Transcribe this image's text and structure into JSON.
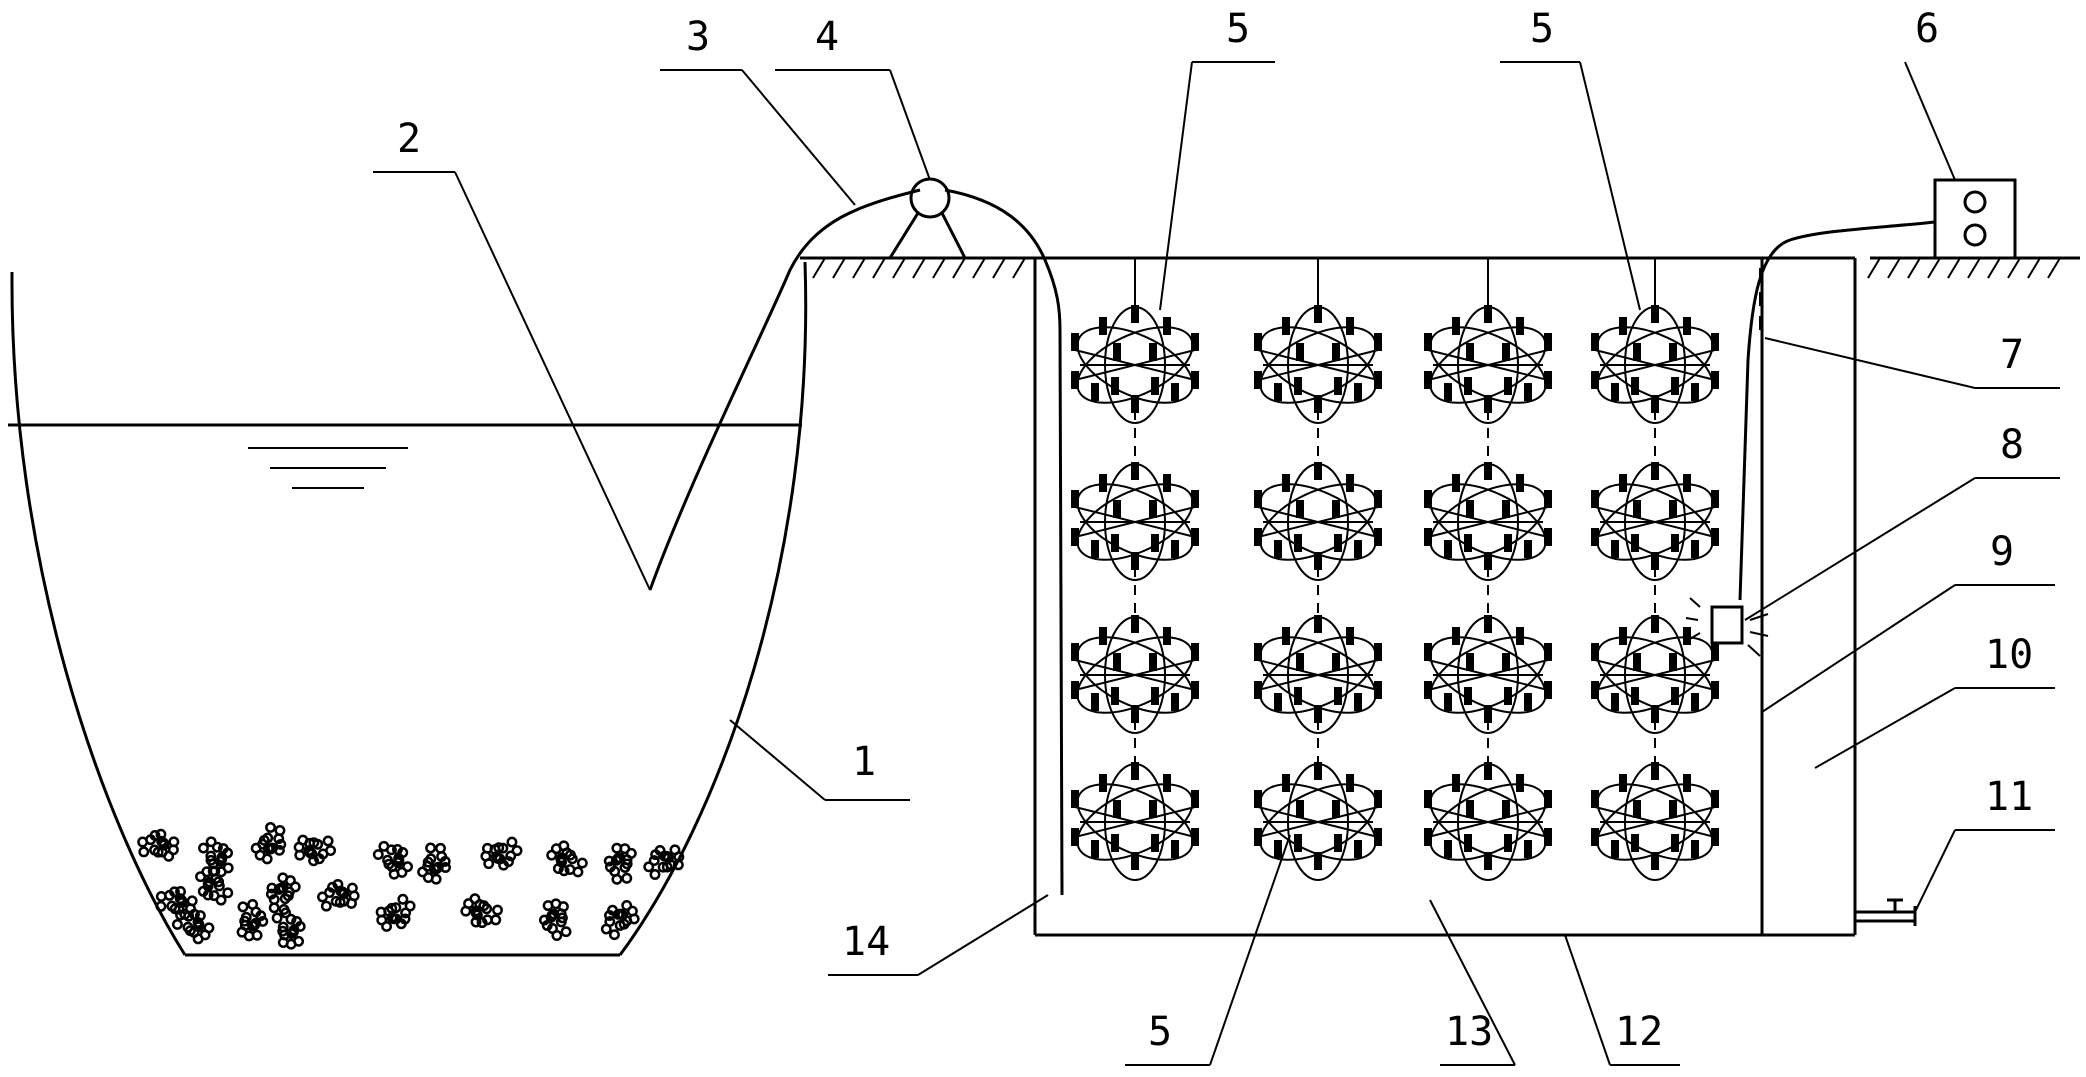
{
  "labels": {
    "n1": "1",
    "n2": "2",
    "n3": "3",
    "n4": "4",
    "n5a": "5",
    "n5b": "5",
    "n5c": "5",
    "n6": "6",
    "n7": "7",
    "n8": "8",
    "n9": "9",
    "n10": "10",
    "n11": "11",
    "n12": "12",
    "n13": "13",
    "n14": "14"
  },
  "colors": {
    "stroke": "#000000",
    "background": "#ffffff"
  },
  "grid": {
    "rows": 4,
    "cols": 4
  }
}
